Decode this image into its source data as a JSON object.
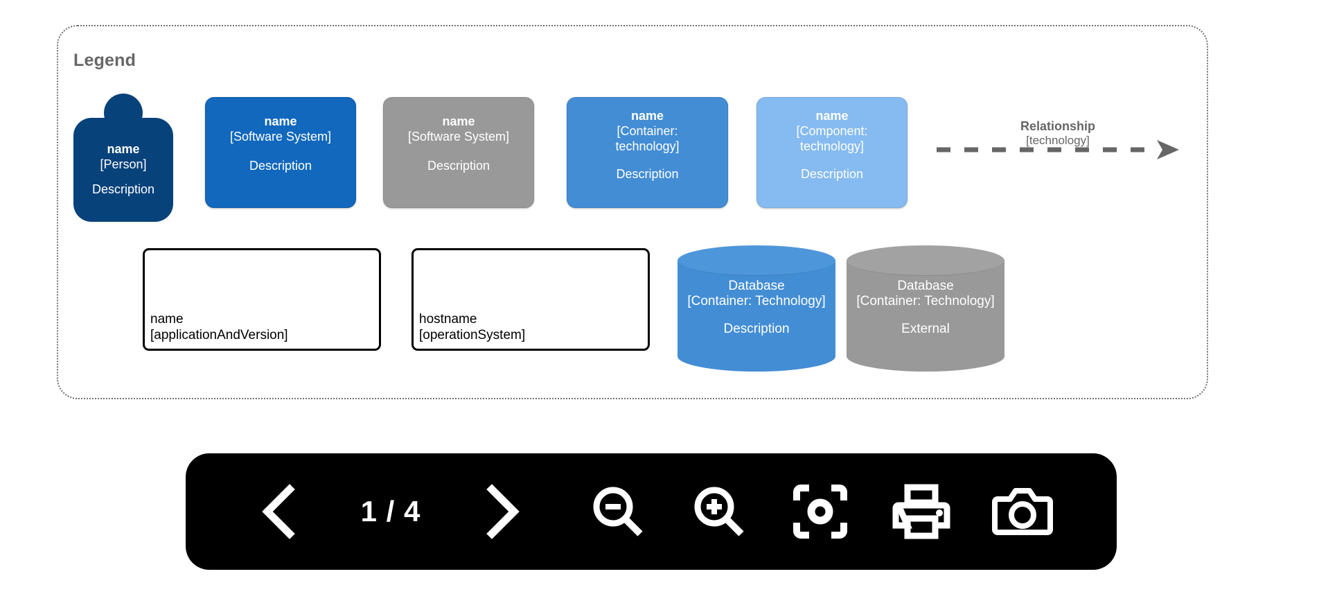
{
  "legend": {
    "title": "Legend",
    "person": {
      "name": "name",
      "meta": "[Person]",
      "description": "Description",
      "color": "#08427B"
    },
    "software_system": {
      "name": "name",
      "meta": "[Software System]",
      "description": "Description",
      "color": "#1168BD"
    },
    "software_system_external": {
      "name": "name",
      "meta": "[Software System]",
      "description": "Description",
      "color": "#999999"
    },
    "container": {
      "name": "name",
      "meta_line1": "[Container:",
      "meta_line2": "technology]",
      "description": "Description",
      "color": "#438DD5"
    },
    "component": {
      "name": "name",
      "meta_line1": "[Component:",
      "meta_line2": "technology]",
      "description": "Description",
      "color": "#85BBF0"
    },
    "relationship": {
      "label": "Relationship",
      "technology": "[technology]",
      "color": "#666666"
    },
    "deployment_node": {
      "line1": "name",
      "line2": "[applicationAndVersion]"
    },
    "infrastructure_node": {
      "line1": "hostname",
      "line2": "[operationSystem]"
    },
    "database": {
      "line1": "Database",
      "line2": "[Container: Technology]",
      "line3": "Description",
      "color": "#438DD5"
    },
    "database_external": {
      "line1": "Database",
      "line2": "[Container: Technology]",
      "line3": "External",
      "color": "#999999"
    }
  },
  "toolbar": {
    "background": "#000000",
    "previous_label": "chevron-left-icon",
    "page_indicator": "1 / 4",
    "next_label": "chevron-right-icon",
    "zoom_out_label": "zoom-out-icon",
    "zoom_in_label": "zoom-in-icon",
    "fit_label": "fit-to-screen-icon",
    "print_label": "print-icon",
    "snapshot_label": "camera-icon"
  }
}
